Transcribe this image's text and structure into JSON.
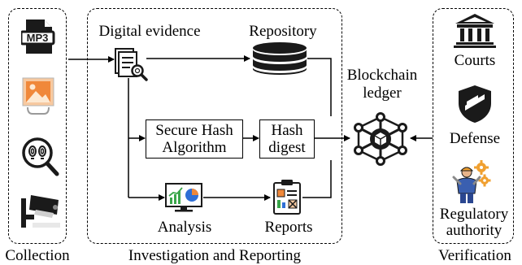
{
  "groups": {
    "collection": "Collection",
    "investigation": "Investigation and Reporting",
    "verification": "Verification"
  },
  "collection_icons": [
    "mp3-file-icon",
    "image-file-icon",
    "fingerprint-search-icon",
    "cctv-camera-icon"
  ],
  "mp3_text": "MP3",
  "nodes": {
    "digital_evidence": "Digital evidence",
    "repository": "Repository",
    "sha_line1": "Secure Hash",
    "sha_line2": "Algorithm",
    "digest_line1": "Hash",
    "digest_line2": "digest",
    "analysis": "Analysis",
    "reports": "Reports",
    "blockchain_line1": "Blockchain",
    "blockchain_line2": "ledger"
  },
  "verification": {
    "courts": "Courts",
    "defense": "Defense",
    "regulatory_line1": "Regulatory",
    "regulatory_line2": "authority"
  },
  "colors": {
    "icon_dark": "#1a1a1a",
    "image_orange": "#f0883a",
    "image_frame": "#f7c9a0",
    "chart_green": "#3aa64a",
    "chart_orange": "#f0883a",
    "chart_blue": "#2f6fd6",
    "gear_orange": "#f0a030",
    "person_blue": "#3a5fb0"
  }
}
